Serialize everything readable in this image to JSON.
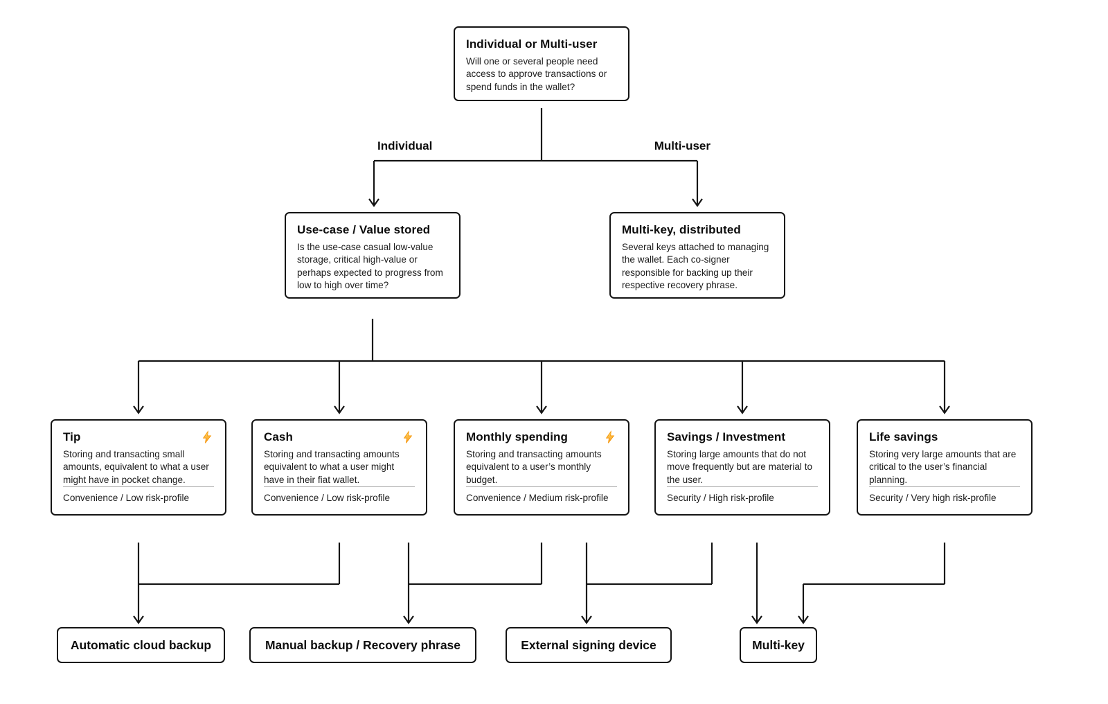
{
  "palette": {
    "line": "#141414",
    "border": "#141414",
    "text": "#1c1c1c",
    "divider": "#ababab",
    "bolt_fill_top": "#FFDE6B",
    "bolt_fill_bottom": "#F7931A",
    "bolt_stroke": "#F59300",
    "background": "#ffffff"
  },
  "root": {
    "title": "Individual or Multi-user",
    "body": "Will one or several people need access to approve transactions or spend funds in the wallet?"
  },
  "branch_labels": {
    "left": "Individual",
    "right": "Multi-user"
  },
  "level2": [
    {
      "title": "Use-case / Value stored",
      "body": "Is the use-case casual low-value storage, critical high-value or perhaps expected to progress from low to high over time?"
    },
    {
      "title": "Multi-key, distributed",
      "body": "Several keys attached to managing the wallet. Each co-signer responsible for backing up their respective recovery phrase."
    }
  ],
  "use_cases": [
    {
      "title": "Tip",
      "has_lightning_icon": true,
      "body": "Storing and transacting small amounts, equivalent to what a user might have in pocket change.",
      "footer": "Convenience / Low risk-profile"
    },
    {
      "title": "Cash",
      "has_lightning_icon": true,
      "body": "Storing and transacting amounts equivalent to what a user might have in their fiat wallet.",
      "footer": "Convenience / Low risk-profile"
    },
    {
      "title": "Monthly spending",
      "has_lightning_icon": true,
      "body": "Storing and transacting amounts equivalent to a user’s monthly budget.",
      "footer": "Convenience / Medium risk-profile"
    },
    {
      "title": "Savings / Investment",
      "has_lightning_icon": false,
      "body": "Storing large amounts that do not move frequently but are material to the user.",
      "footer": "Security / High risk-profile"
    },
    {
      "title": "Life savings",
      "has_lightning_icon": false,
      "body": "Storing very large amounts that are critical to the user’s financial planning.",
      "footer": "Security / Very high risk-profile"
    }
  ],
  "backup_schemes": [
    {
      "label": "Automatic cloud backup"
    },
    {
      "label": "Manual backup / Recovery phrase"
    },
    {
      "label": "External signing device"
    },
    {
      "label": "Multi-key"
    }
  ]
}
